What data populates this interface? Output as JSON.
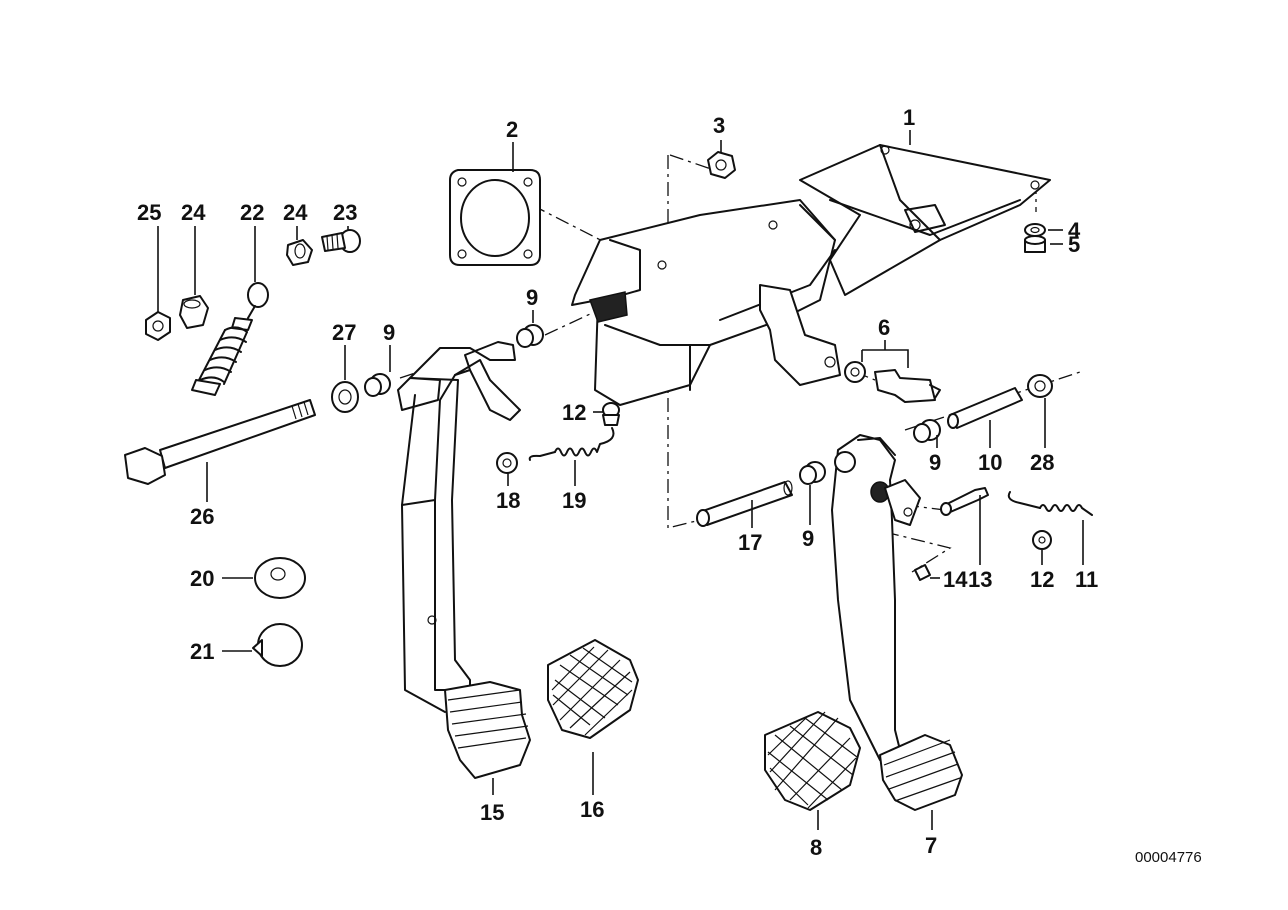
{
  "diagram": {
    "reference_number": "00004776",
    "callouts": {
      "c1": "1",
      "c2": "2",
      "c3": "3",
      "c4": "4",
      "c5": "5",
      "c6": "6",
      "c7": "7",
      "c8": "8",
      "c9a": "9",
      "c9b": "9",
      "c9c": "9",
      "c9d": "9",
      "c10": "10",
      "c11": "11",
      "c12a": "12",
      "c12b": "12",
      "c13": "13",
      "c14": "14",
      "c15": "15",
      "c16": "16",
      "c17": "17",
      "c18": "18",
      "c19": "19",
      "c20": "20",
      "c21": "21",
      "c22": "22",
      "c23": "23",
      "c24a": "24",
      "c24b": "24",
      "c25": "25",
      "c26": "26",
      "c27": "27",
      "c28": "28"
    }
  }
}
